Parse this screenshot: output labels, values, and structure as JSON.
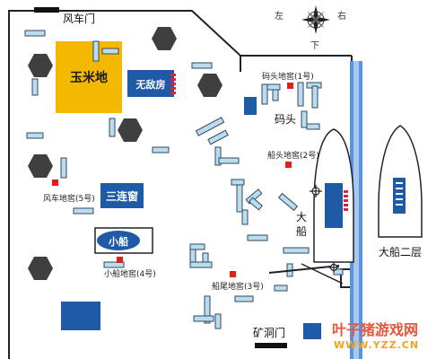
{
  "labels": {
    "windmill_gate": "风车门",
    "corn_field": "玉米地",
    "invincible_room": "无敌房",
    "three_windows": "三连窗",
    "small_boat": "小船",
    "pier": "码头",
    "big_boat": "大船",
    "big_boat_second_floor": "大船二层",
    "mine_gate": "矿洞门",
    "pier_cellar_1": "码头地窖(1号)",
    "pier_cellar_2": "船头地窖(2号)",
    "stern_cellar_3": "船尾地窖(3号)",
    "boat_cellar_4": "小船地窖(4号)",
    "windmill_cellar_5": "风车地窖(5号)"
  },
  "compass": {
    "left": "左",
    "right": "右",
    "down": "下"
  },
  "watermark": {
    "title": "叶子猪游戏网",
    "site": "WWW.YZZ.CN"
  },
  "colors": {
    "wall": "#1f2429",
    "obstacle_fill": "#b9dcee",
    "obstacle_stroke": "#34495e",
    "room": "#1f5aa6",
    "corn": "#f5b800",
    "hex": "#3f3f3f",
    "cellar": "#e0201a",
    "river": "#3d7fd8"
  }
}
